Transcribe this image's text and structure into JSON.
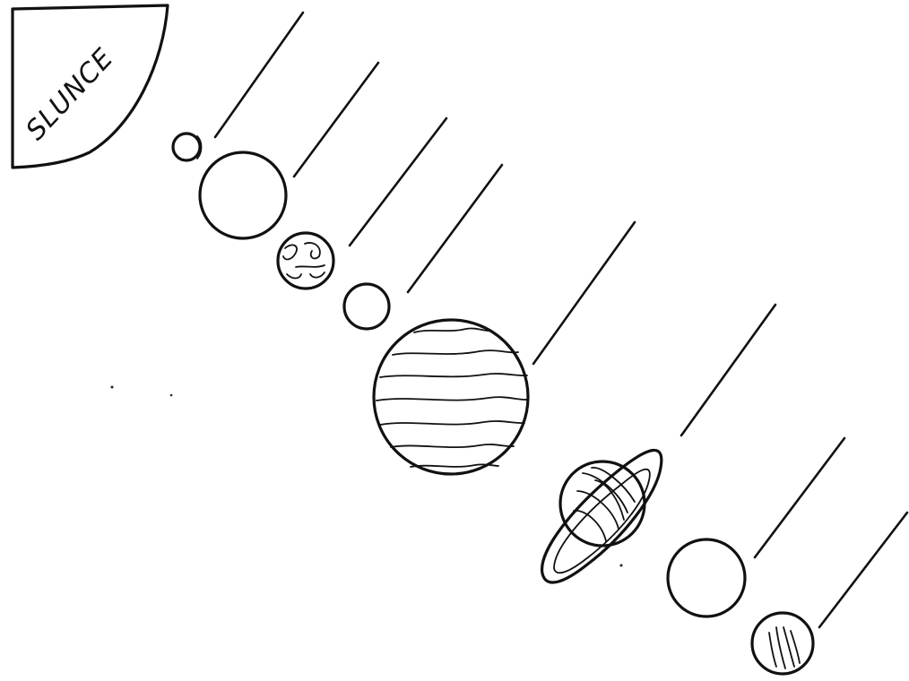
{
  "sun": {
    "label": "SLUNCE"
  },
  "planets": [
    {
      "order": 1,
      "name_line": ""
    },
    {
      "order": 2,
      "name_line": ""
    },
    {
      "order": 3,
      "name_line": ""
    },
    {
      "order": 4,
      "name_line": ""
    },
    {
      "order": 5,
      "name_line": ""
    },
    {
      "order": 6,
      "name_line": ""
    },
    {
      "order": 7,
      "name_line": ""
    },
    {
      "order": 8,
      "name_line": ""
    }
  ],
  "colors": {
    "ink": "#111111",
    "paper": "#ffffff"
  }
}
